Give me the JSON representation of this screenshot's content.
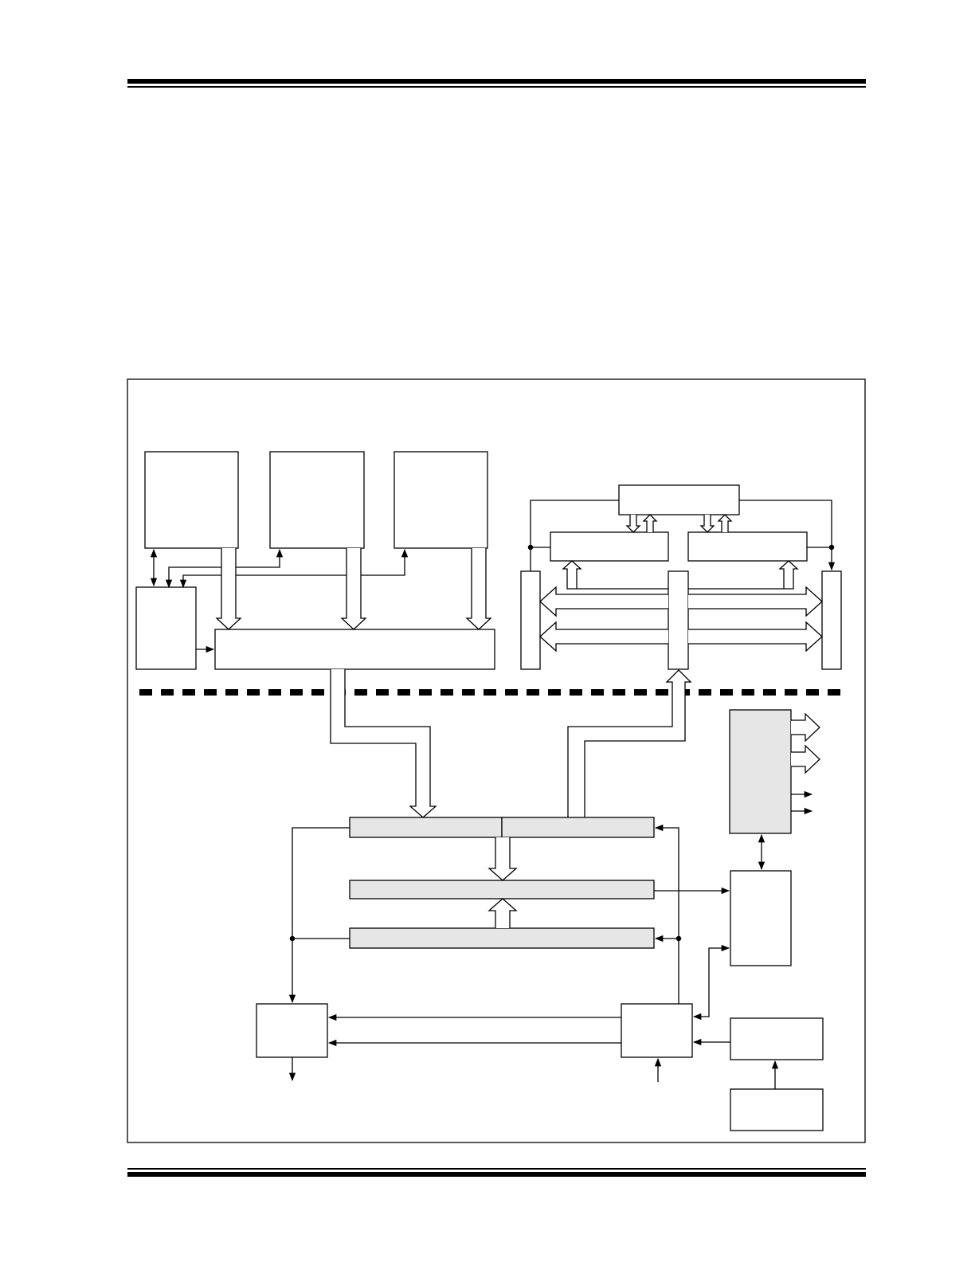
{
  "page": {
    "header_rules": 2,
    "footer_rules": 2
  },
  "diagram": {
    "style": {
      "stroke": "#000000",
      "block_fill": "#ffffff",
      "shaded_fill": "#e6e6e6",
      "separator": "dashed-thick"
    }
  }
}
